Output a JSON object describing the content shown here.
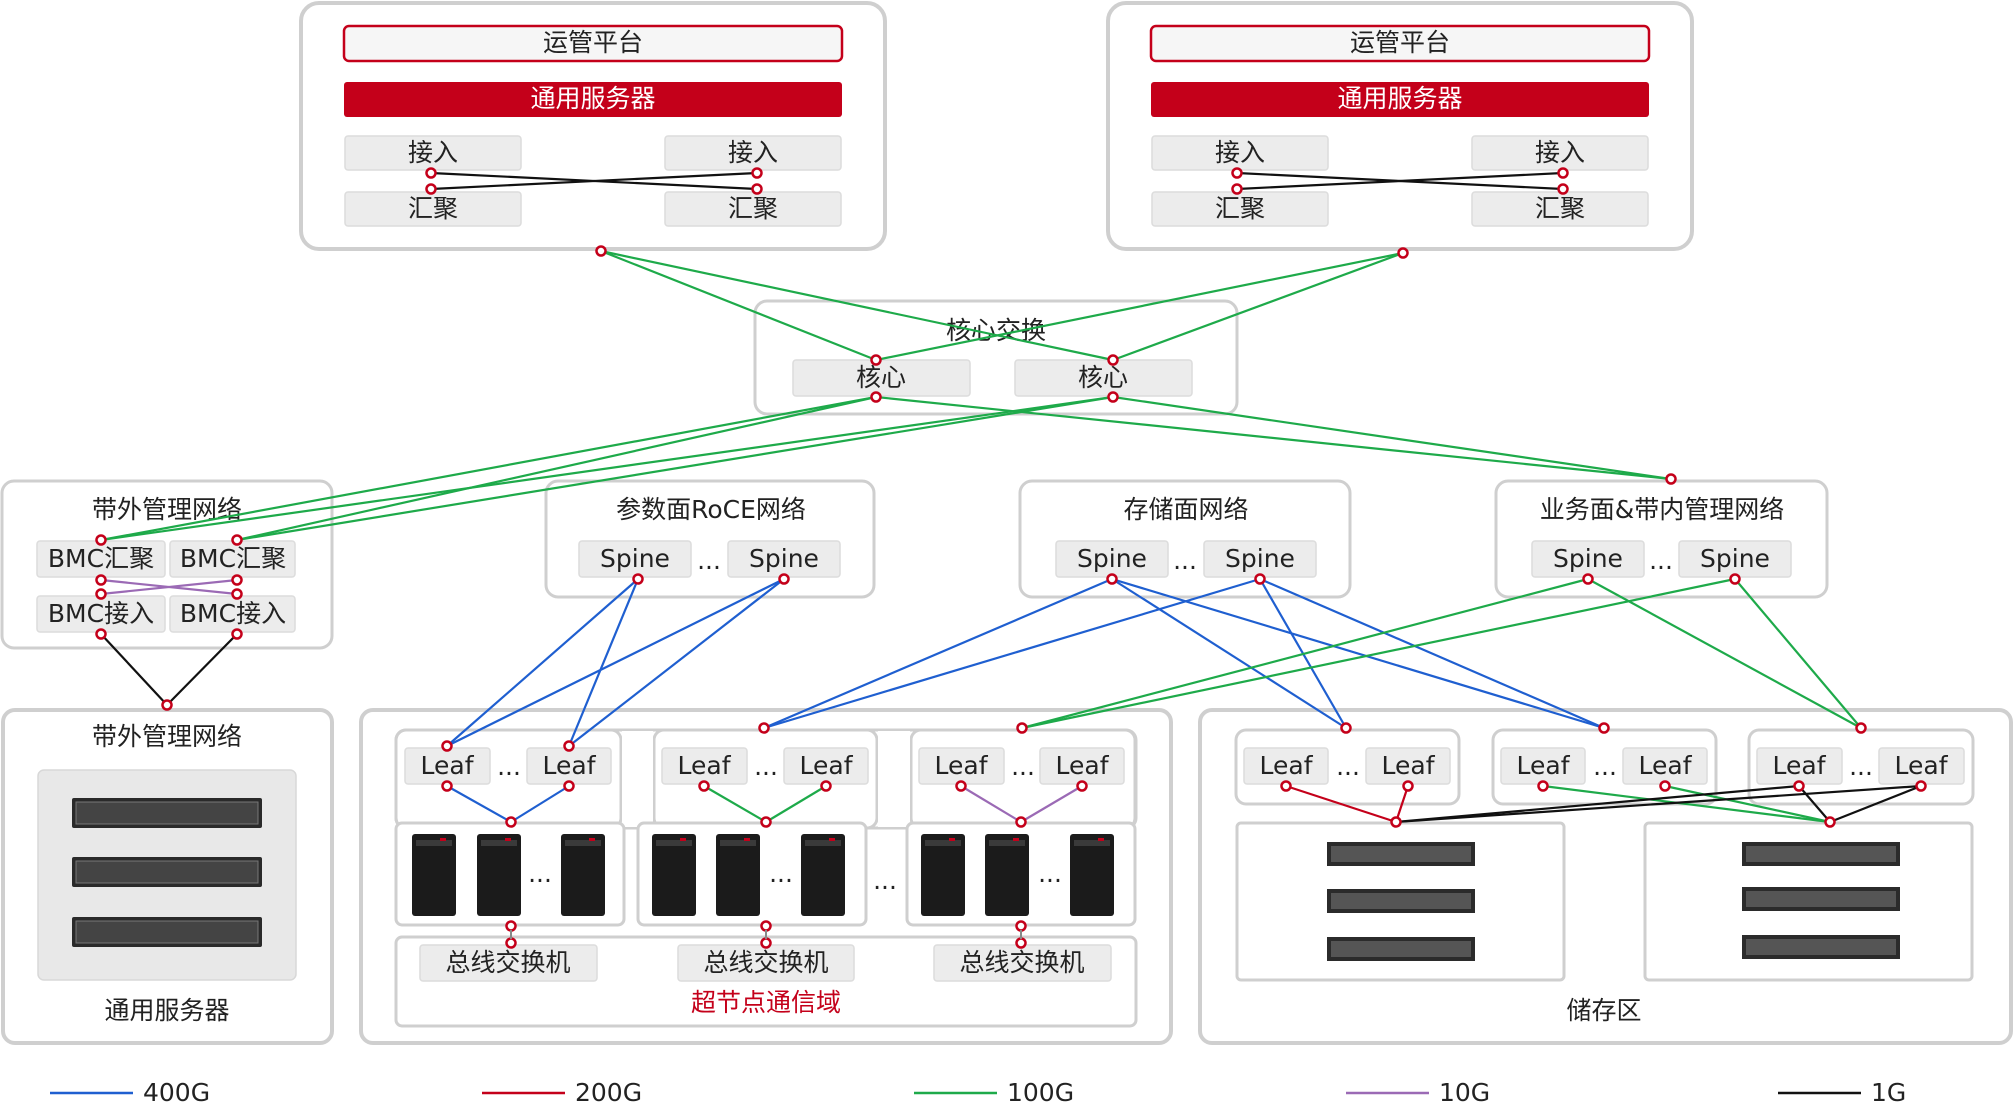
{
  "colors": {
    "c400G": "#1f5fd0",
    "c200G": "#c4001a",
    "c100G": "#1eaa4a",
    "c10G": "#9b6ab5",
    "c1G": "#111111",
    "accent_red": "#c4001a"
  },
  "ops_platform": {
    "title": "运管平台",
    "server": "通用服务器",
    "access": "接入",
    "aggregation": "汇聚"
  },
  "core": {
    "title": "核心交换",
    "node": "核心"
  },
  "oob_network": {
    "title": "带外管理网络",
    "bmc_aggregation": "BMC汇聚",
    "bmc_access": "BMC接入"
  },
  "roce": {
    "title": "参数面RoCE网络",
    "spine": "Spine",
    "ellipsis": "..."
  },
  "storage_net": {
    "title": "存储面网络",
    "spine": "Spine",
    "ellipsis": "..."
  },
  "business_net": {
    "title": "业务面&带内管理网络",
    "spine": "Spine",
    "ellipsis": "..."
  },
  "oob_servers": {
    "title": "带外管理网络",
    "caption": "通用服务器"
  },
  "supernode": {
    "leaf": "Leaf",
    "ellipsis": "...",
    "bus_switch": "总线交换机",
    "domain_label": "超节点通信域"
  },
  "storage_area": {
    "leaf": "Leaf",
    "ellipsis": "...",
    "caption": "储存区"
  },
  "legend": [
    "400G",
    "200G",
    "100G",
    "10G",
    "1G"
  ]
}
